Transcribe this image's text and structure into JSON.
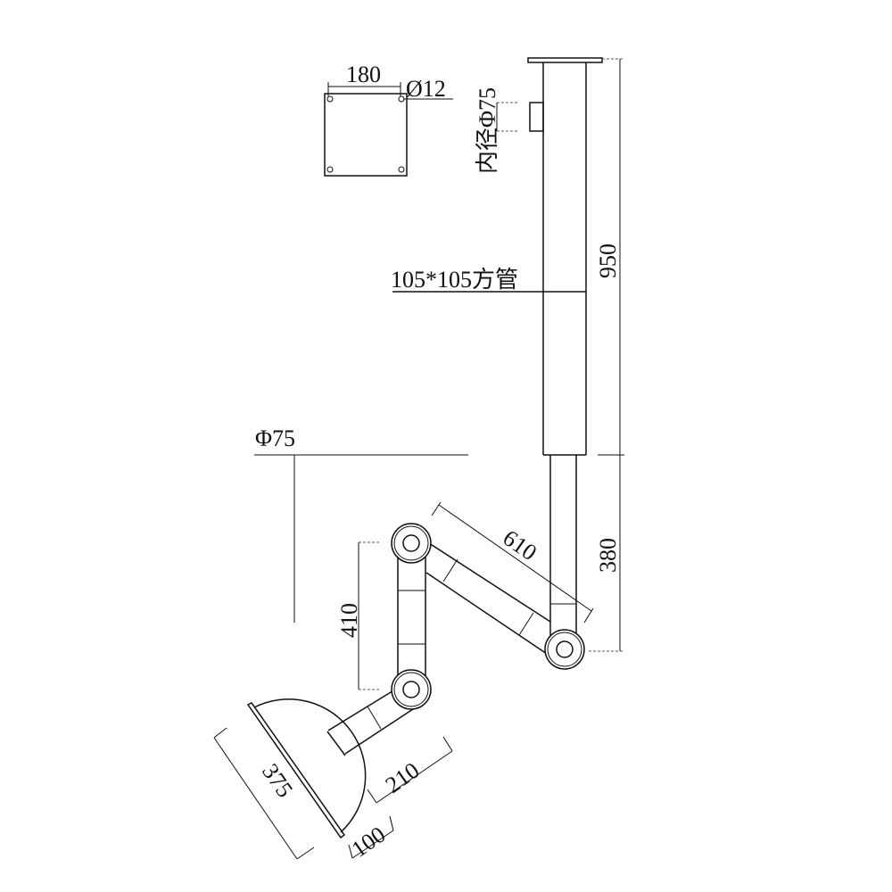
{
  "labels": {
    "plate_width": "180",
    "hole_diameter": "Ø12",
    "inner_diameter": "内径Φ75",
    "total_height": "950",
    "square_tube": "105*105方管",
    "lower_tube_length": "380",
    "tube_diameter": "Φ75",
    "arm_length": "610",
    "link_length": "410",
    "lamp_arm_length": "210",
    "shade_diameter": "375",
    "shade_depth": "100"
  },
  "colors": {
    "line": "#111111",
    "background": "#ffffff"
  }
}
